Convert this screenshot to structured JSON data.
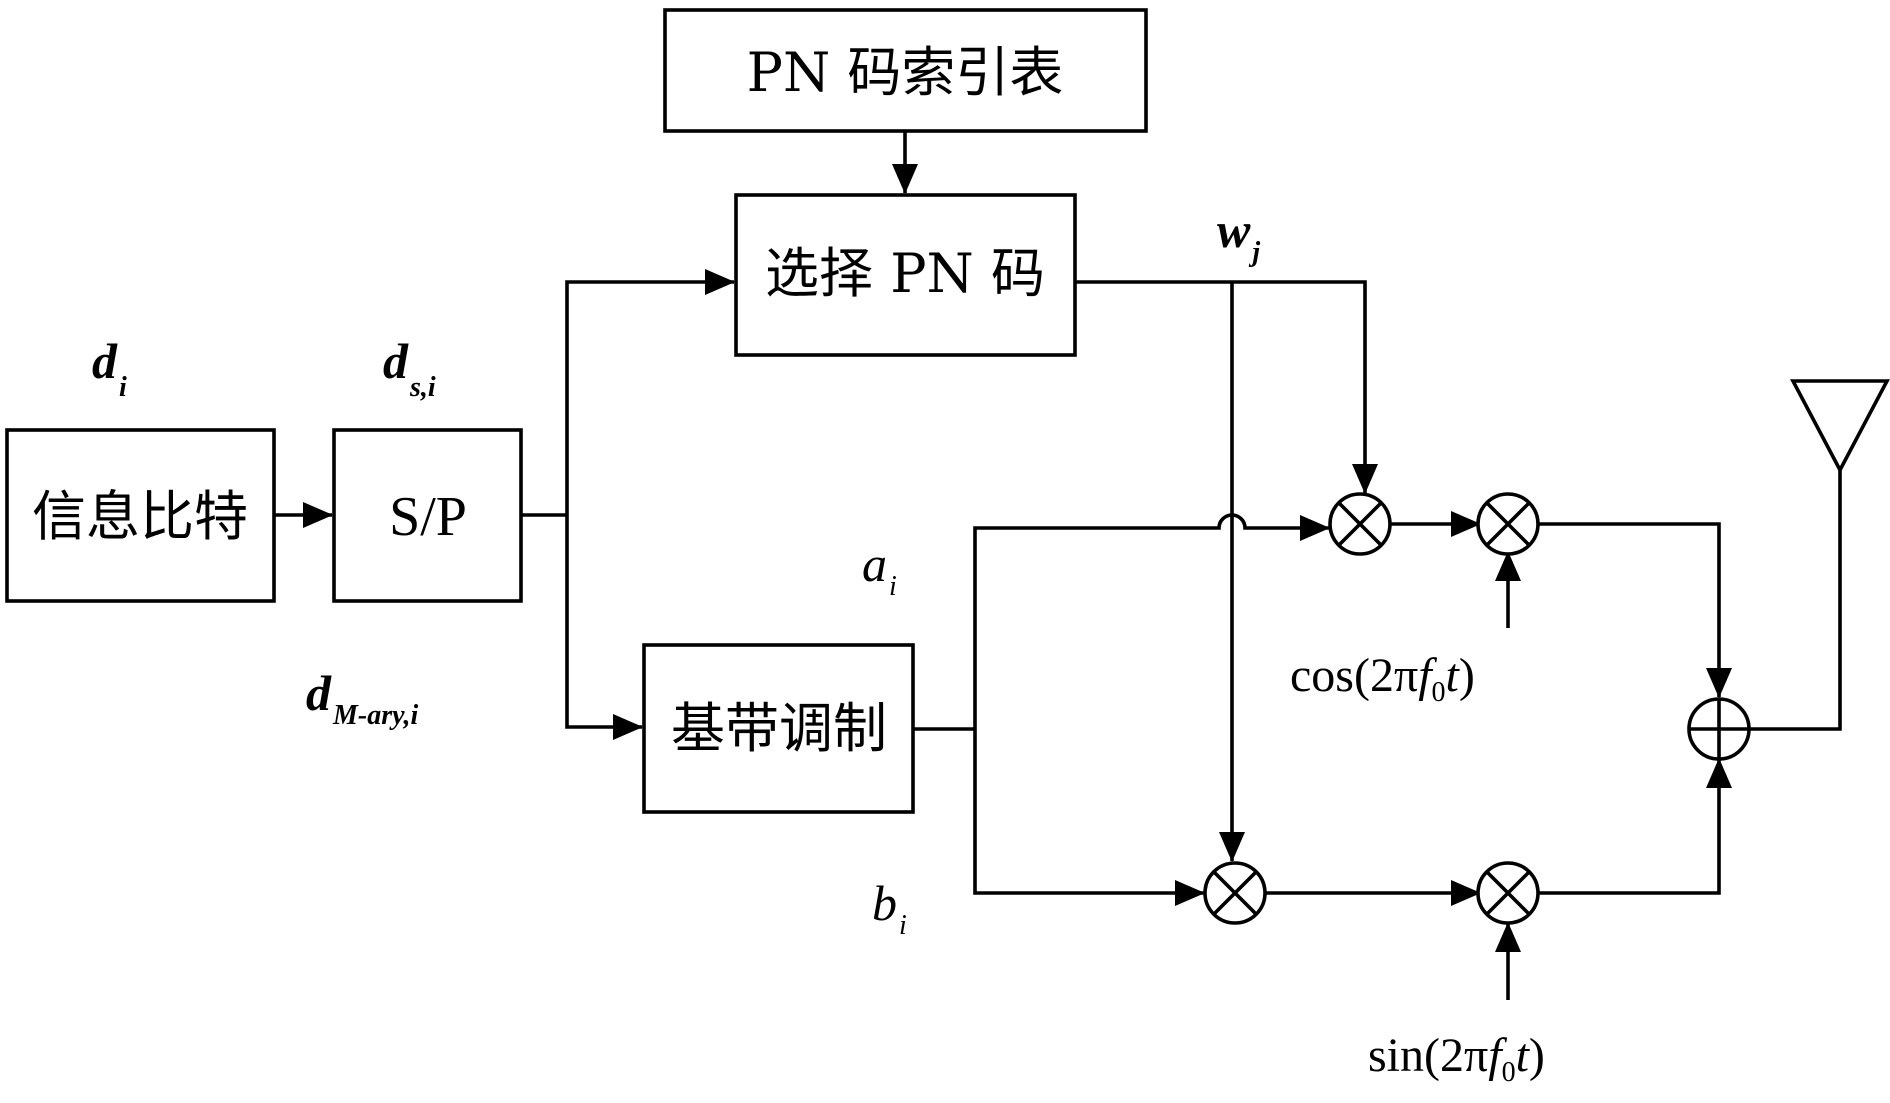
{
  "blocks": {
    "info_bits": "信息比特",
    "sp": "S/P",
    "pn_table": "PN 码索引表",
    "select_pn": "选择 PN 码",
    "baseband_mod": "基带调制"
  },
  "signals": {
    "d_i": {
      "main": "d",
      "sub": "i"
    },
    "d_si": {
      "main": "d",
      "sub": "s,i"
    },
    "d_mary": {
      "main": "d",
      "sub_italic_prefix": "M",
      "sub_rest": "-ary,",
      "sub_italic_suffix": "i"
    },
    "w_j": {
      "main": "w",
      "sub": "j"
    },
    "a_i": {
      "main": "a",
      "sub": "i"
    },
    "b_i": {
      "main": "b",
      "sub": "i"
    }
  },
  "carriers": {
    "cos": {
      "fn": "cos(2π",
      "var": "f",
      "sub": "0",
      "tail": "t",
      "close": ")"
    },
    "sin": {
      "fn": "sin(2π",
      "var": "f",
      "sub": "0",
      "tail": "t",
      "close": ")"
    }
  }
}
